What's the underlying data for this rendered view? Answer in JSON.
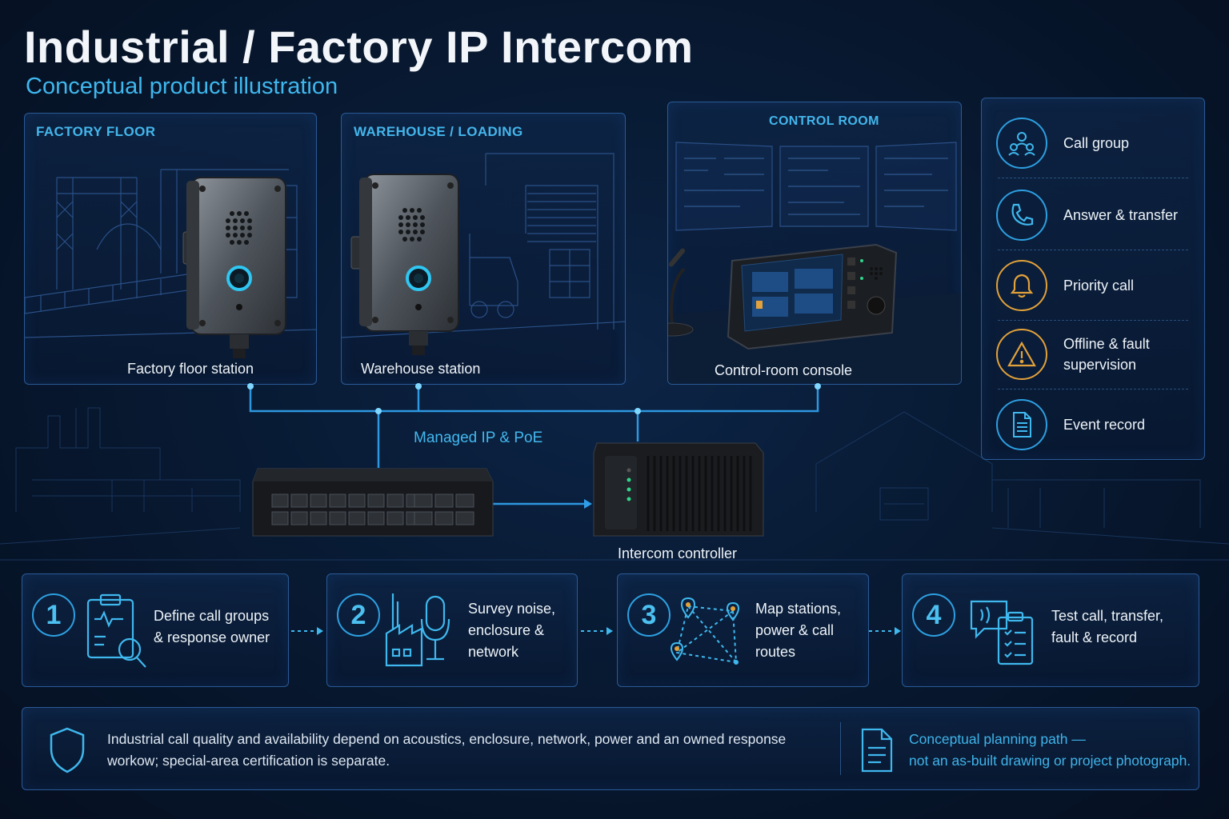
{
  "header": {
    "title": "Industrial / Factory IP Intercom",
    "subtitle": "Conceptual product illustration"
  },
  "zones": [
    {
      "label": "FACTORY FLOOR",
      "caption": "Factory floor station"
    },
    {
      "label": "WAREHOUSE / LOADING",
      "caption": "Warehouse station"
    },
    {
      "label": "CONTROL ROOM",
      "caption": "Control-room console"
    }
  ],
  "features": [
    {
      "label": "Call group",
      "icon": "users-icon"
    },
    {
      "label": "Answer & transfer",
      "icon": "phone-icon"
    },
    {
      "label": "Priority call",
      "icon": "bell-icon"
    },
    {
      "label": "Offline & fault supervision",
      "icon": "warning-icon"
    },
    {
      "label": "Event record",
      "icon": "document-icon"
    }
  ],
  "network": {
    "link_label": "Managed IP & PoE",
    "controller_label": "Intercom controller"
  },
  "steps": [
    {
      "number": "1",
      "text": "Define call groups & response owner",
      "icon": "clipboard-search-icon"
    },
    {
      "number": "2",
      "text": "Survey noise, enclosure & network",
      "icon": "factory-mic-icon"
    },
    {
      "number": "3",
      "text": "Map stations, power & call routes",
      "icon": "route-map-icon"
    },
    {
      "number": "4",
      "text": "Test call, transfer, fault & record",
      "icon": "chat-checklist-icon"
    }
  ],
  "footer": {
    "notice": "Industrial call quality and availability depend on acoustics, enclosure, network, power and an owned response workow; special-area certification is separate.",
    "disclaimer_line1": "Conceptual planning path —",
    "disclaimer_line2": "not an as-built drawing or project photograph."
  },
  "colors": {
    "accent": "#3fb8ee",
    "panel_border": "#2a5a96",
    "warning": "#e2a13a",
    "background": "#081a33"
  }
}
